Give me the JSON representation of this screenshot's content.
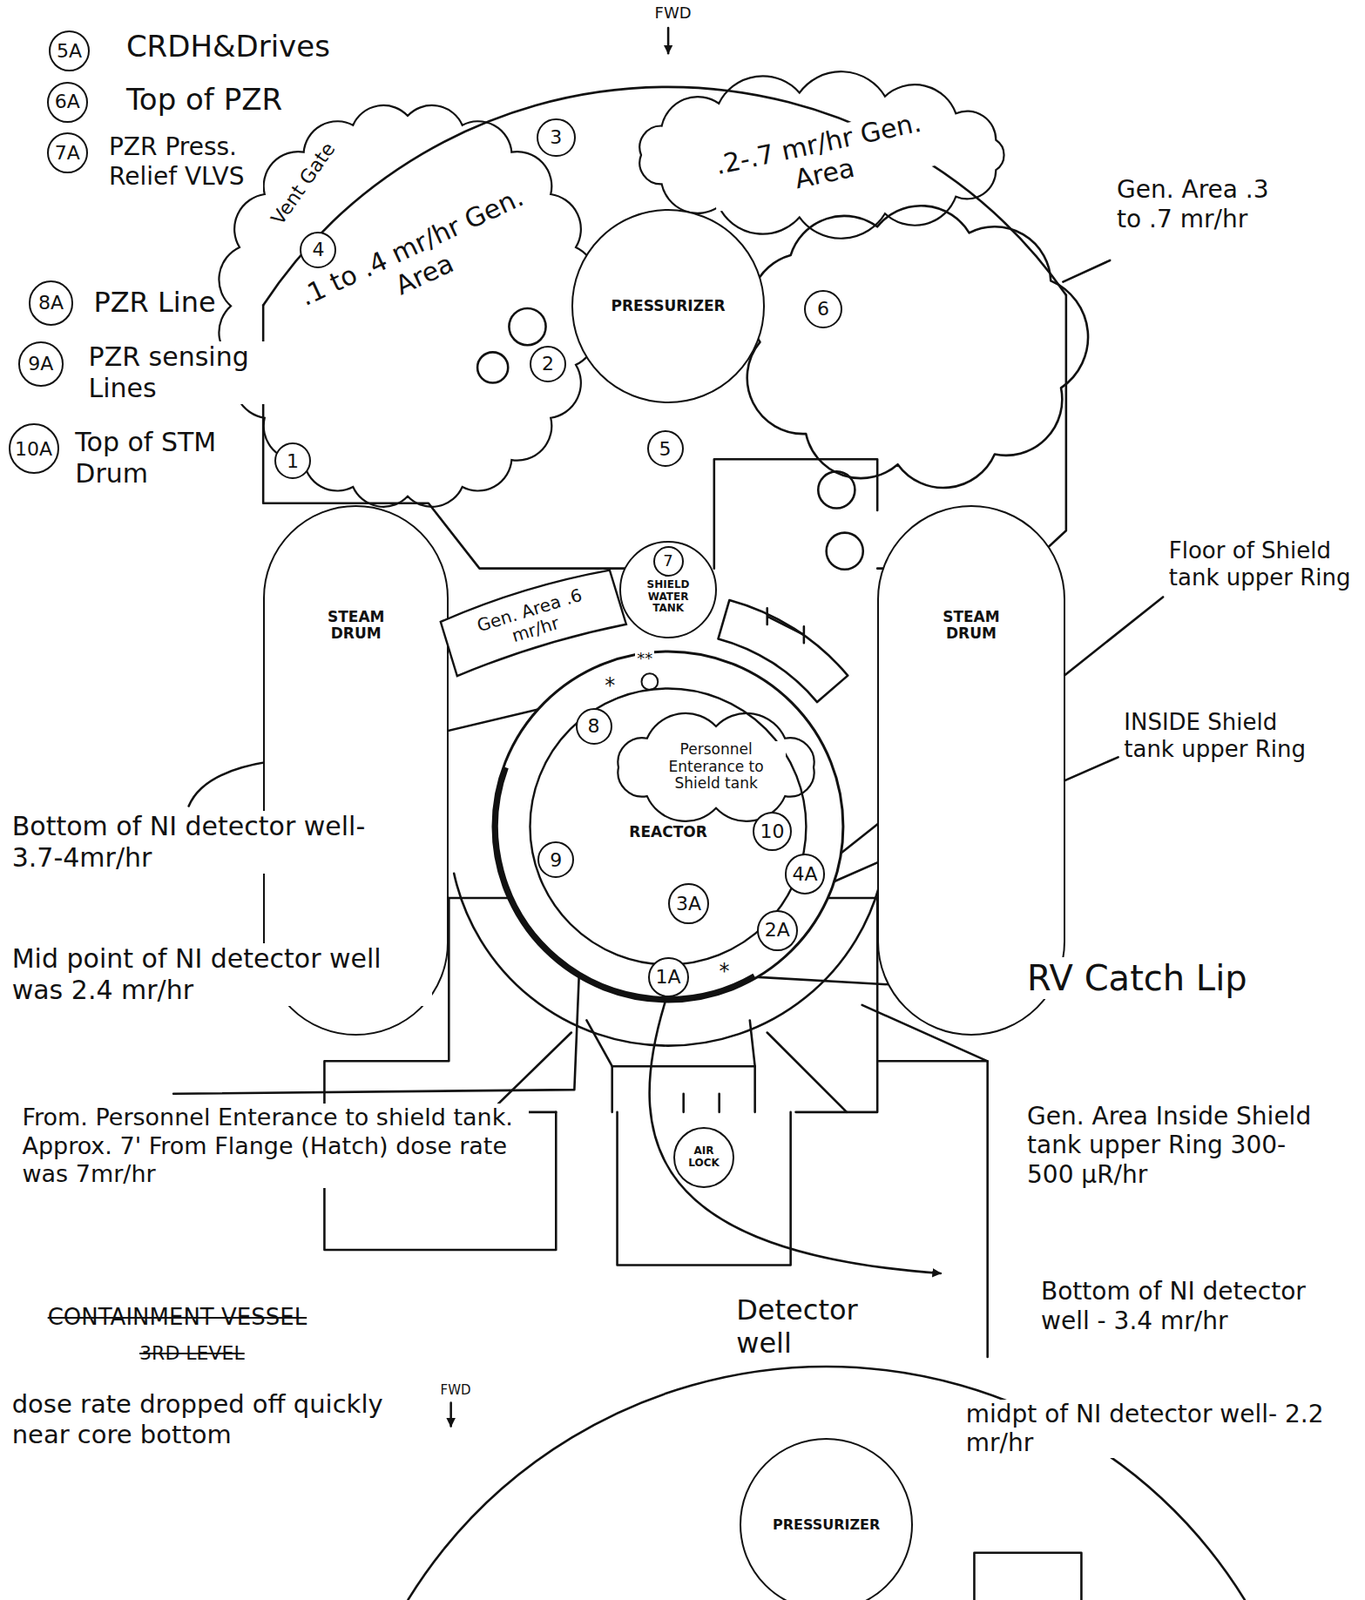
{
  "diagram": {
    "nodes": [
      {
        "text": [
          "5A"
        ]
      },
      {
        "text": [
          "6A"
        ]
      },
      {
        "text": [
          "7A"
        ]
      },
      {
        "text": [
          ".1 to .4 mr/hr Gen. Area"
        ]
      },
      {
        "text": [
          "3"
        ]
      },
      {
        "text": [
          "4"
        ],
        "in": 3
      },
      {
        "text": [
          "2"
        ],
        "in": 3
      },
      {
        "text": [
          "1"
        ],
        "in": 3
      },
      {
        "text": [
          ".2-.7 mr/hr Gen. Area"
        ]
      },
      {
        "text": [
          "PRESSURIZER"
        ]
      },
      {
        "text": [
          "6"
        ]
      },
      {
        "text": [
          "8A"
        ]
      },
      {
        "text": [
          "9A"
        ]
      },
      {
        "text": [
          "5"
        ]
      },
      {
        "text": [
          "10A"
        ]
      },
      {
        "text": [
          "STEAM DRUM"
        ]
      },
      {
        "text": [
          "SHIELD WATER TANK"
        ]
      },
      {
        "text": [
          "7"
        ],
        "in": 16
      },
      {
        "text": [
          "STEAM DRUM"
        ]
      },
      {
        "text": [
          "Gen. Area .6 mr/hr"
        ]
      },
      {
        "text": [
          "REACTOR"
        ]
      },
      {
        "text": [
          "Personnel Enterance to Shield tank"
        ],
        "in": 20
      },
      {
        "text": [
          "8"
        ],
        "in": 20
      },
      {
        "text": [
          "10"
        ],
        "in": 20
      },
      {
        "text": [
          "9"
        ],
        "in": 20
      },
      {
        "text": [
          "4A"
        ],
        "in": 20
      },
      {
        "text": [
          "3A"
        ],
        "in": 20
      },
      {
        "text": [
          "2A"
        ],
        "in": 20
      },
      {
        "text": [
          "1A"
        ],
        "in": 20
      },
      {
        "text": [
          "AIR LOCK"
        ]
      },
      {
        "text": [
          "PRESSURIZER"
        ]
      }
    ],
    "labels": [
      "FWD",
      "CRDH&Drives",
      "Top of PZR",
      "PZR Press. Relief VLVS",
      "PZR Line",
      "PZR sensing Lines",
      "Top of STM Drum",
      "Vent Gate",
      "Gen. Area .3 to .7 mr/hr",
      "*",
      "**",
      "Floor of Shield tank upper Ring",
      "INSIDE Shield tank upper Ring",
      "Bottom of NI detector well- 3.7-4mr/hr",
      "Mid point of NI detector well was 2.4 mr/hr",
      "*",
      "RV Catch Lip",
      "From. Personnel Enterance to shield tank. Approx. 7' From Flange (Hatch) dose rate was 7mr/hr",
      "Gen. Area Inside Shield tank upper Ring 300-500 µR/hr",
      "Detector well",
      "Bottom of NI detector well - 3.4 mr/hr",
      "CONTAINMENT VESSEL",
      "3RD LEVEL",
      "dose rate dropped off quickly near core bottom",
      "FWD",
      "midpt of NI detector well- 2.2 mr/hr"
    ]
  }
}
